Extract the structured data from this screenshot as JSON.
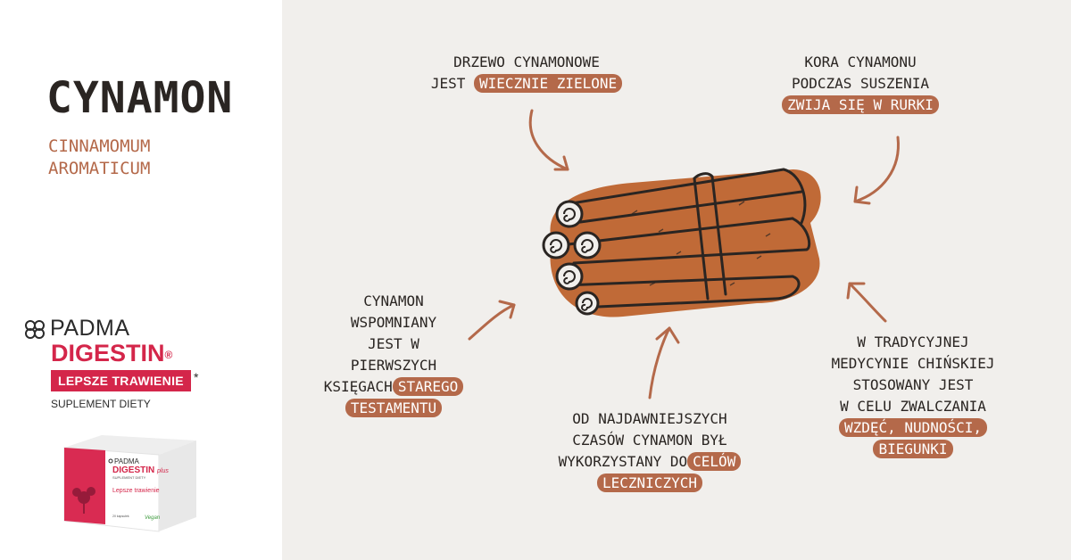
{
  "title": "CYNAMON",
  "subtitle": [
    "CINNAMOMUM",
    "AROMATICUM"
  ],
  "brand": {
    "name": "PADMA",
    "product": "DIGESTIN",
    "registered": "®",
    "claim": "LEPSZE TRAWIENIE",
    "asterisk": "*",
    "category": "SUPLEMENT DIETY"
  },
  "package": {
    "brand": "PADMA",
    "product": "DIGESTIN",
    "product_suffix": "plus",
    "category": "SUPLEMENT DIETY",
    "claim": "Lepsze trawienie",
    "count": "20 kapsułek",
    "vegan": "Vegan"
  },
  "facts": {
    "tree": {
      "line1": "DRZEWO CYNAMONOWE",
      "line2_plain": "JEST",
      "line2_hl": "WIECZNIE ZIELONE"
    },
    "bark": {
      "line1": "KORA CYNAMONU",
      "line2": "PODCZAS SUSZENIA",
      "line3_hl": "ZWIJA SIĘ W RURKI"
    },
    "bible": {
      "line1": "CYNAMON",
      "line2": "WSPOMNIANY",
      "line3": "JEST W",
      "line4": "PIERWSZYCH",
      "line5_plain": "KSIĘGACH",
      "line5_hl": "STAREGO",
      "line6_hl": "TESTAMENTU"
    },
    "ancient": {
      "line1": "OD NAJDAWNIEJSZYCH",
      "line2": "CZASÓW CYNAMON BYŁ",
      "line3_plain": "WYKORZYSTANY DO",
      "line3_hl": "CELÓW",
      "line4_hl": "LECZNICZYCH"
    },
    "chinese": {
      "line1": "W TRADYCYJNEJ",
      "line2": "MEDYCYNIE CHIŃSKIEJ",
      "line3": "STOSOWANY JEST",
      "line4": "W CELU ZWALCZANIA",
      "line5_hl": "WZDĘĆ, NUDNOŚCI,",
      "line6_hl": "BIEGUNKI"
    }
  },
  "colors": {
    "accent": "#b4694a",
    "brand_red": "#d4264a",
    "dark": "#2a2522",
    "panel_bg": "#f1efec"
  }
}
